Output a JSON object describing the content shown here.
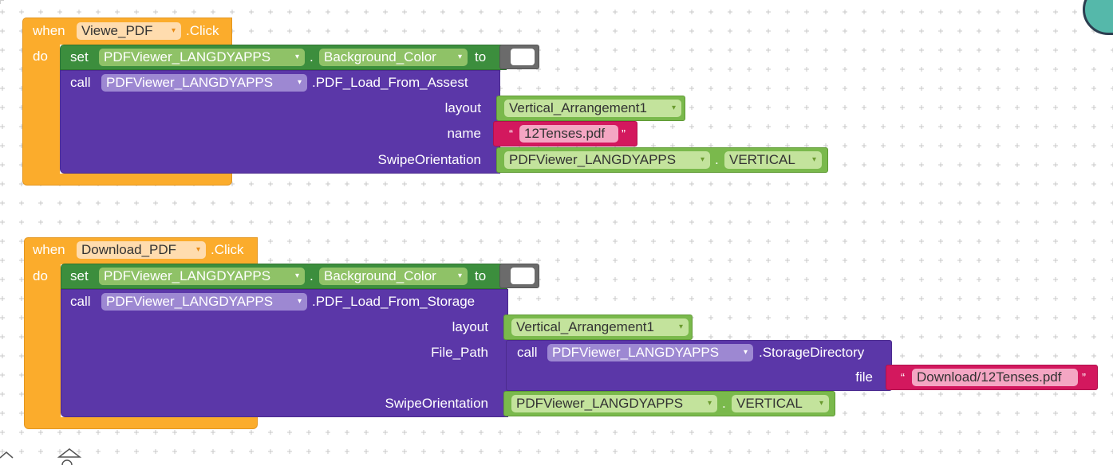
{
  "colors": {
    "event_block": "#fbac2c",
    "set_block": "#3c8e3d",
    "call_block": "#5b37a8",
    "component_block": "#7ab94c",
    "text_block": "#d3185e",
    "color_block": "#6b6b6b",
    "swatch": "#ffffff",
    "workspace_bg": "#ffffff"
  },
  "icons": {
    "dropdown": "▾",
    "quote_open": "“",
    "quote_close": "”"
  },
  "block1": {
    "when_label": "when",
    "component": "Viewe_PDF",
    "event": ".Click",
    "do_label": "do",
    "set": {
      "set_label": "set",
      "component": "PDFViewer_LANGDYAPPS",
      "dot": ".",
      "property": "Background_Color",
      "to_label": "to"
    },
    "call": {
      "call_label": "call",
      "component": "PDFViewer_LANGDYAPPS",
      "method": ".PDF_Load_From_Assest",
      "params": [
        {
          "name": "layout",
          "value": "Vertical_Arrangement1"
        },
        {
          "name": "name",
          "value": "12Tenses.pdf"
        },
        {
          "name": "SwipeOrientation",
          "component": "PDFViewer_LANGDYAPPS",
          "dot": ".",
          "value": "VERTICAL"
        }
      ]
    }
  },
  "block2": {
    "when_label": "when",
    "component": "Download_PDF",
    "event": ".Click",
    "do_label": "do",
    "set": {
      "set_label": "set",
      "component": "PDFViewer_LANGDYAPPS",
      "dot": ".",
      "property": "Background_Color",
      "to_label": "to"
    },
    "call": {
      "call_label": "call",
      "component": "PDFViewer_LANGDYAPPS",
      "method": ".PDF_Load_From_Storage",
      "params": [
        {
          "name": "layout",
          "value": "Vertical_Arrangement1"
        },
        {
          "name": "File_Path",
          "call_label": "call",
          "component": "PDFViewer_LANGDYAPPS",
          "method": ".StorageDirectory",
          "sub_param": "file",
          "value": "Download/12Tenses.pdf"
        },
        {
          "name": "SwipeOrientation",
          "component": "PDFViewer_LANGDYAPPS",
          "dot": ".",
          "value": "VERTICAL"
        }
      ]
    }
  }
}
